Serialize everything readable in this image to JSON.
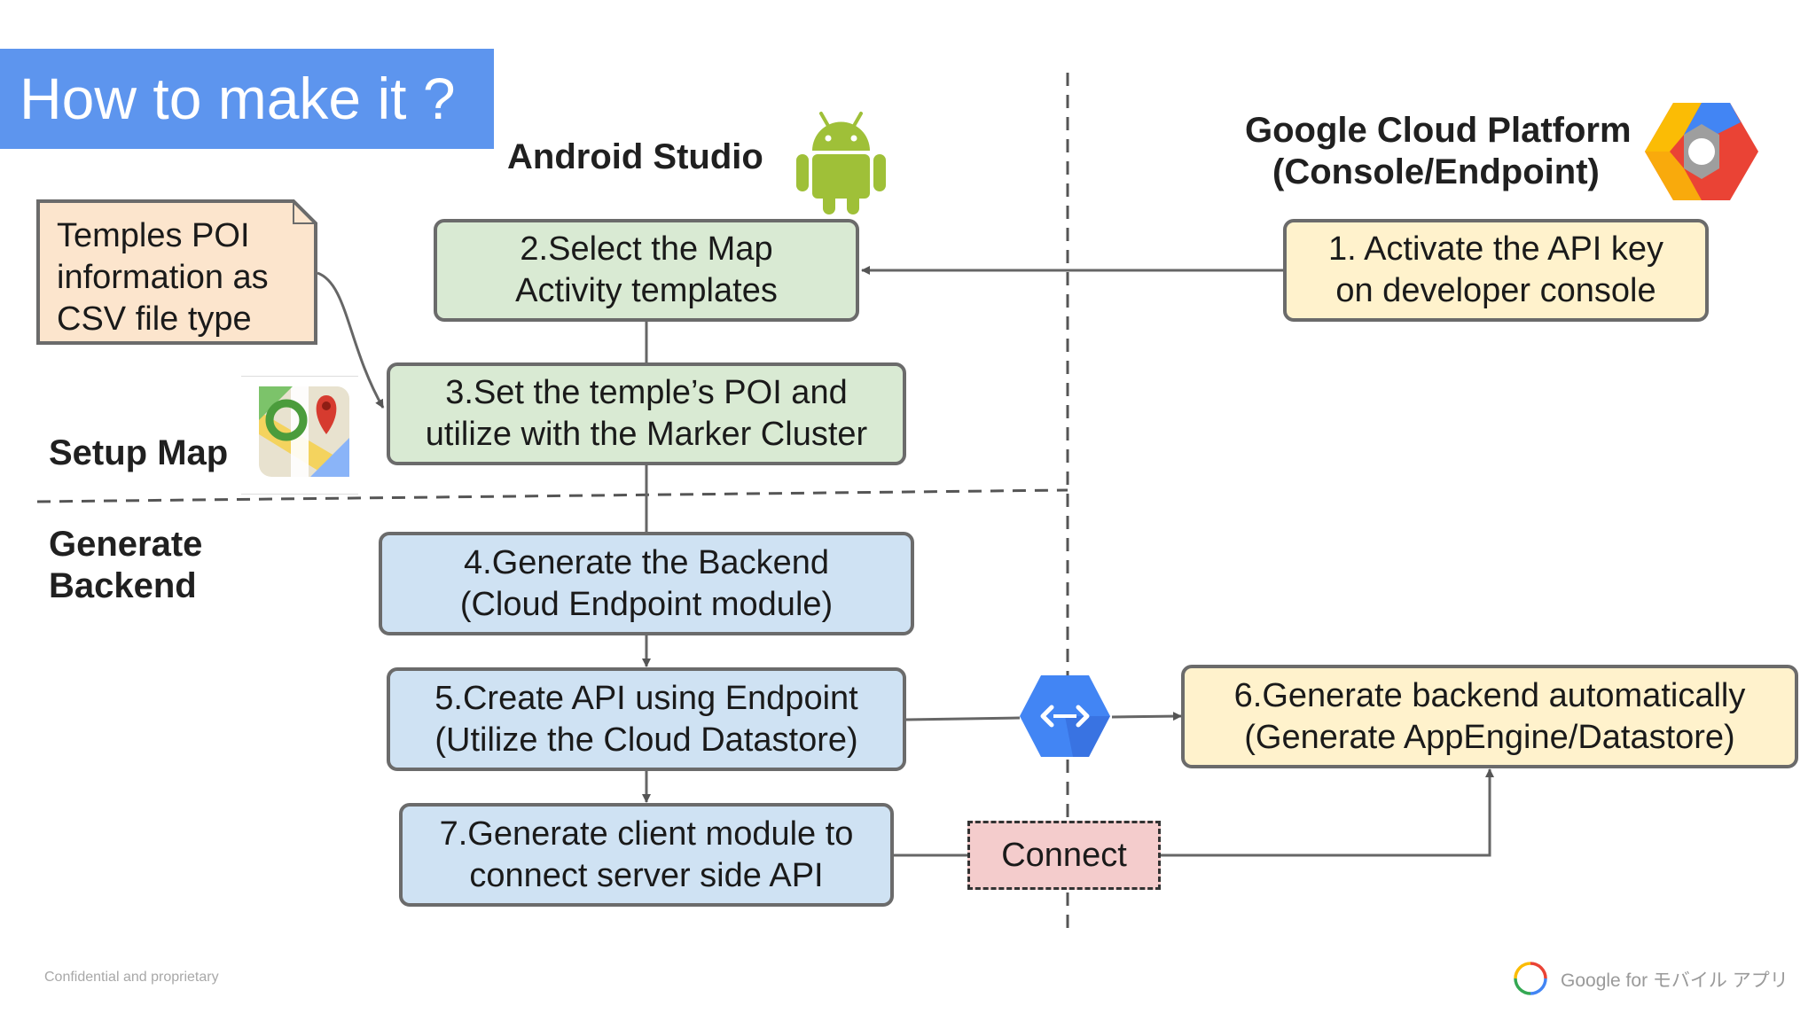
{
  "title": "How to make it ?",
  "headers": {
    "android_studio": "Android Studio",
    "gcp_line1": "Google Cloud Platform",
    "gcp_line2": "(Console/Endpoint)",
    "setup_map": "Setup Map",
    "generate_backend_line1": "Generate",
    "generate_backend_line2": "Backend"
  },
  "note": "Temples POI\ninformation as\nCSV file type",
  "steps": {
    "step1": "1. Activate the API key\non developer console",
    "step2": "2.Select the Map\nActivity templates",
    "step3": "3.Set the temple’s POI and\nutilize with the Marker Cluster",
    "step4": "4.Generate the Backend\n(Cloud Endpoint module)",
    "step5": "5.Create API using Endpoint\n(Utilize the Cloud Datastore)",
    "step6": "6.Generate backend  automatically\n(Generate AppEngine/Datastore)",
    "step7": "7.Generate client module to\nconnect server side API"
  },
  "connect_label": "Connect",
  "icons": {
    "android": "android-icon",
    "gcp": "google-cloud-platform-icon",
    "maps": "google-maps-icon",
    "endpoints": "cloud-endpoints-icon",
    "google": "google-logo-icon"
  },
  "colors": {
    "title_bg": "#5d95ee",
    "green_box": "#d9ead3",
    "blue_box": "#cfe2f3",
    "yellow_box": "#fff2cc",
    "note_box": "#fce5cd",
    "connect_box": "#f4cccc",
    "android_green": "#9fc038",
    "endpoint_blue": "#4285f4"
  },
  "footer": {
    "left": "Confidential and proprietary",
    "right": "Google for モバイル アプリ"
  }
}
